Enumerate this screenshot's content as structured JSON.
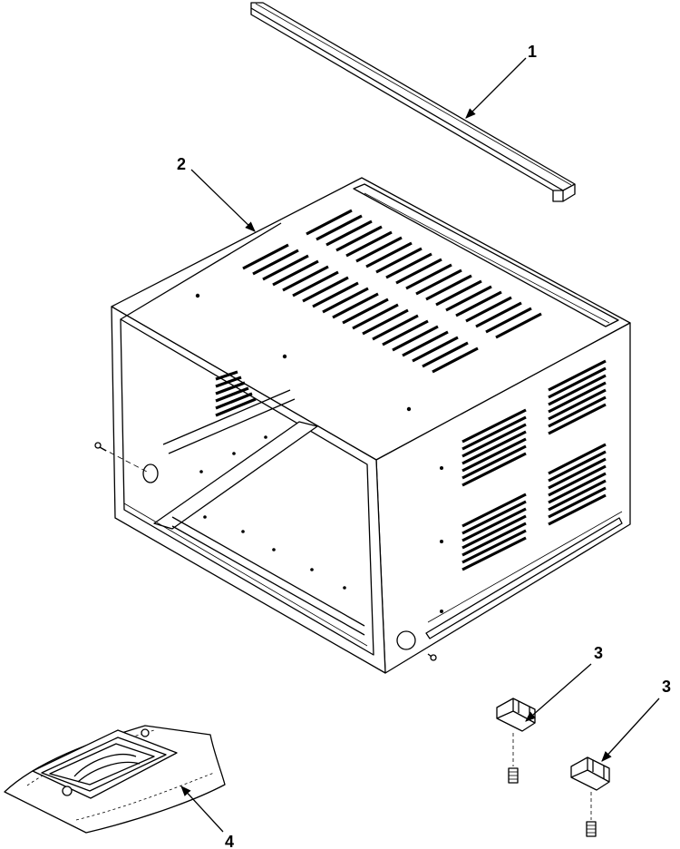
{
  "callouts": [
    {
      "id": "1",
      "label": "1"
    },
    {
      "id": "2",
      "label": "2"
    },
    {
      "id": "3a",
      "label": "3"
    },
    {
      "id": "3b",
      "label": "3"
    },
    {
      "id": "4",
      "label": "4"
    }
  ],
  "parts": [
    {
      "callout": "1",
      "name": "top-rail"
    },
    {
      "callout": "2",
      "name": "cabinet-wrapper"
    },
    {
      "callout": "3",
      "name": "mounting-bracket"
    },
    {
      "callout": "4",
      "name": "hardware-bag"
    }
  ],
  "colors": {
    "line": "#000000",
    "background": "#ffffff"
  }
}
